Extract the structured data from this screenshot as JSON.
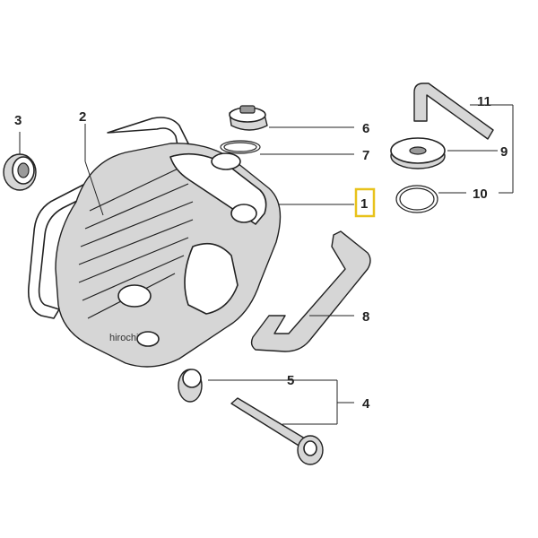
{
  "labels": {
    "l1": "1",
    "l2": "2",
    "l3": "3",
    "l4": "4",
    "l5": "5",
    "l6": "6",
    "l7": "7",
    "l8": "8",
    "l9": "9",
    "l10": "10",
    "l11": "11"
  },
  "watermark": "hirochi",
  "colors": {
    "highlight_box": "#e8c21b",
    "line": "#222222",
    "part_fill": "#d6d6d6"
  }
}
